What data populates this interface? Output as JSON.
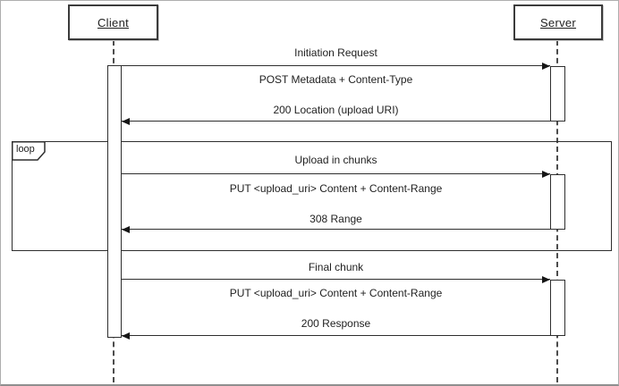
{
  "diagram": {
    "type": "uml-sequence-diagram",
    "colors": {
      "background": "#ffffff",
      "line": "#2e2e2e",
      "text": "#1f1f1f",
      "canvas_border": "#aeaeae"
    },
    "actors": [
      {
        "name": "Client"
      },
      {
        "name": "Server"
      }
    ],
    "loop": {
      "label": "loop"
    },
    "sections": [
      {
        "title": "Initiation Request",
        "request": "POST Metadata + Content-Type",
        "response": "200 Location (upload URI)",
        "in_loop": false
      },
      {
        "title": "Upload in chunks",
        "request": "PUT <upload_uri> Content + Content-Range",
        "response": "308 Range",
        "in_loop": true
      },
      {
        "title": "Final chunk",
        "request": "PUT <upload_uri> Content + Content-Range",
        "response": "200 Response",
        "in_loop": false
      }
    ],
    "icons": {
      "request_arrow": "arrowhead-right-icon",
      "response_arrow": "arrowhead-left-icon"
    }
  }
}
